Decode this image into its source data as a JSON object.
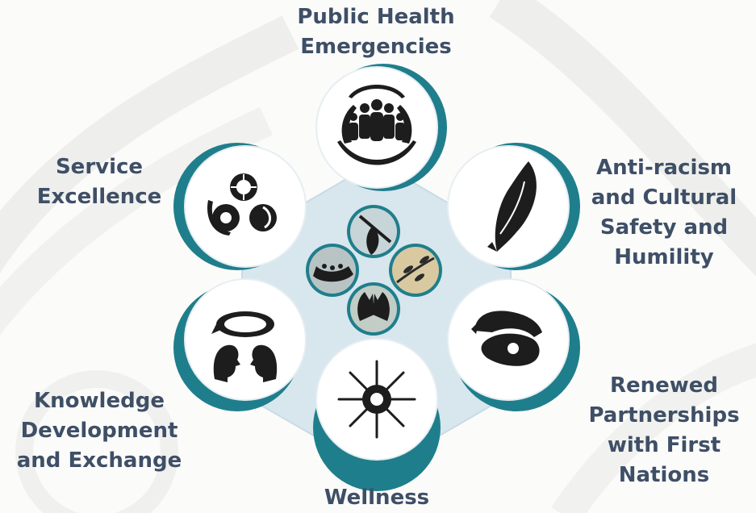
{
  "center_label": "",
  "accent_teal": "#1f7e8c",
  "hub_color": "#d8e6ee",
  "text_color": "#3e4f66",
  "icons_outer": [
    "people-in-hands-icon",
    "feather-icon",
    "handshake-icon",
    "sun-half-icon",
    "two-heads-dialogue-icon",
    "three-circles-icon"
  ],
  "icons_inner": [
    "feather-pipe-icon",
    "sage-branch-icon",
    "hands-icon",
    "canoe-icon"
  ],
  "labels": {
    "public_health": [
      "Public Health",
      "Emergencies"
    ],
    "anti_racism": [
      "Anti-racism",
      "and Cultural",
      "Safety and",
      "Humility"
    ],
    "renewed_partnerships": [
      "Renewed",
      "Partnerships",
      "with First",
      "Nations"
    ],
    "wellness": [
      "Wellness"
    ],
    "knowledge": [
      "Knowledge",
      "Development",
      "and Exchange"
    ],
    "service": [
      "Service",
      "Excellence"
    ]
  }
}
